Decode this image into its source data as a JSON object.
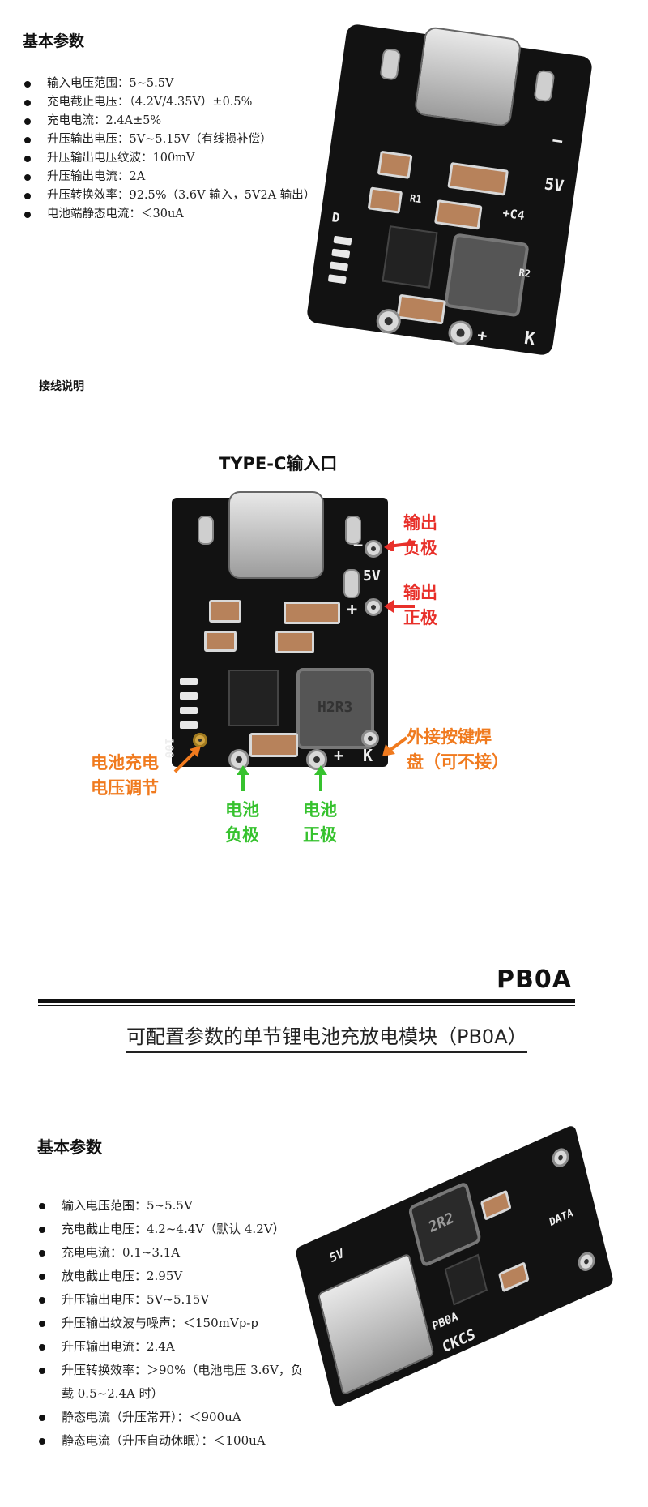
{
  "section1": {
    "title": "基本参数",
    "specs": [
      "输入电压范围：5~5.5V",
      "充电截止电压：（4.2V/4.35V）±0.5%",
      "充电电流：2.4A±5%",
      "升压输出电压：5V~5.15V（有线损补偿）",
      "升压输出电压纹波：100mV",
      "升压输出电流：2A",
      "升压转换效率：92.5%（3.6V 输入，5V2A 输出）",
      "电池端静态电流：＜30uA"
    ],
    "board_silk": {
      "plus": "+",
      "minus": "−",
      "v5": "5V",
      "k": "K",
      "c4": "+C4",
      "d": "D",
      "r1": "R1",
      "r2": "R2"
    }
  },
  "wiring": {
    "title": "接线说明",
    "input_title": "TYPE-C输入口",
    "out_neg": [
      "输出",
      "负极"
    ],
    "out_pos": [
      "输出",
      "正极"
    ],
    "key_pad": [
      "外接按键焊",
      "盘（可不接）"
    ],
    "charge_adj": [
      "电池充电",
      "电压调节"
    ],
    "bat_neg": [
      "电池",
      "负极"
    ],
    "bat_pos": [
      "电池",
      "正极"
    ],
    "board_silk": {
      "plus": "+",
      "minus": "−",
      "v5": "5V",
      "k": "K",
      "inductor": "H2R3",
      "level100": "100"
    },
    "colors": {
      "red": "#e8302a",
      "orange": "#f07a1e",
      "green": "#36c22e"
    }
  },
  "pb0a": {
    "tag": "PB0A",
    "heading": "可配置参数的单节锂电池充放电模块（PB0A）",
    "title": "基本参数",
    "specs": [
      "输入电压范围：5~5.5V",
      "充电截止电压：4.2~4.4V（默认 4.2V）",
      "充电电流：0.1~3.1A",
      "放电截止电压：2.95V",
      "升压输出电压：5V~5.15V",
      "升压输出纹波与噪声：＜150mVp-p",
      "升压输出电流：2.4A",
      "升压转换效率：＞90%（电池电压 3.6V，负载 0.5~2.4A 时）",
      "静态电流（升压常开）：＜900uA",
      "静态电流（升压自动休眠）：＜100uA"
    ],
    "board_silk": {
      "brand": "CKCS",
      "data": "DATA",
      "v5": "5V",
      "inductor": "2R2",
      "model": "PB0A"
    }
  }
}
